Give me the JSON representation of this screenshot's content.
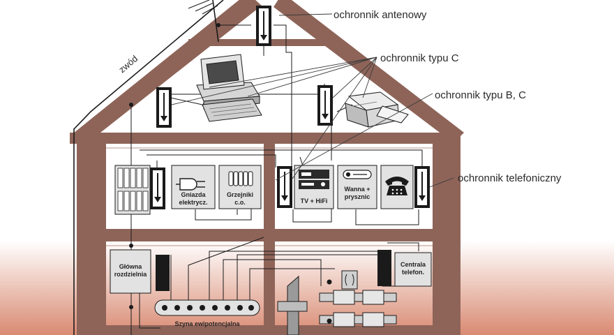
{
  "labels": {
    "antenna_protector": "ochronnik antenowy",
    "type_c_protector": "ochronnik typu C",
    "type_bc_protector": "ochronnik typu B, C",
    "phone_protector": "ochronnik telefoniczny",
    "wire": "zwód"
  },
  "boxes": {
    "sockets": [
      "Gniazda",
      "elektrycz."
    ],
    "radiators": [
      "Grzejniki",
      "c.o."
    ],
    "tv": "TV + HiFi",
    "bath": [
      "Wanna +",
      "prysznic"
    ],
    "main_board": [
      "Główna",
      "rozdzielnia"
    ],
    "exchange": [
      "Centrala",
      "telefon."
    ],
    "busbar": "Szyna ewipotencjalna"
  },
  "colors": {
    "house": "#8e6459",
    "wall_inner": "#b89488",
    "box_fill": "#e2e2e2",
    "ground_top": "#ffffff",
    "ground_bottom": "#d98a72",
    "ink": "#1a1a1a"
  }
}
